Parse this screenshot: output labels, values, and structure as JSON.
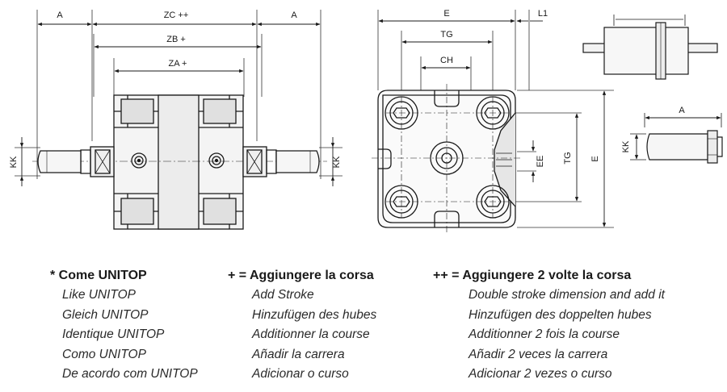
{
  "dimensions": {
    "a_left": "A",
    "zc": "ZC ++",
    "a_right": "A",
    "zb": "ZB +",
    "za": "ZA +",
    "kk_left": "KK",
    "kk_right": "KK",
    "e_top": "E",
    "l1": "L1",
    "tg_top": "TG",
    "ch": "CH",
    "ee": "EE",
    "tg_side": "TG",
    "e_side": "E",
    "a_rod": "A",
    "kk_rod": "KK"
  },
  "legend": {
    "col1": {
      "heading": "* Come UNITOP",
      "items": [
        "Like UNITOP",
        "Gleich UNITOP",
        "Identique UNITOP",
        "Como UNITOP",
        "De acordo com UNITOP"
      ]
    },
    "col2": {
      "heading": "+ = Aggiungere la corsa",
      "items": [
        "Add Stroke",
        "Hinzufügen des hubes",
        "Additionner la course",
        "Añadir la carrera",
        "Adicionar o curso"
      ]
    },
    "col3": {
      "heading": "++ = Aggiungere 2 volte la corsa",
      "items": [
        "Double stroke dimension and add it",
        "Hinzufügen des doppelten hubes",
        "Additionner 2 fois la course",
        "Añadir 2 veces la carrera",
        "Adicionar 2 vezes o curso"
      ]
    }
  }
}
